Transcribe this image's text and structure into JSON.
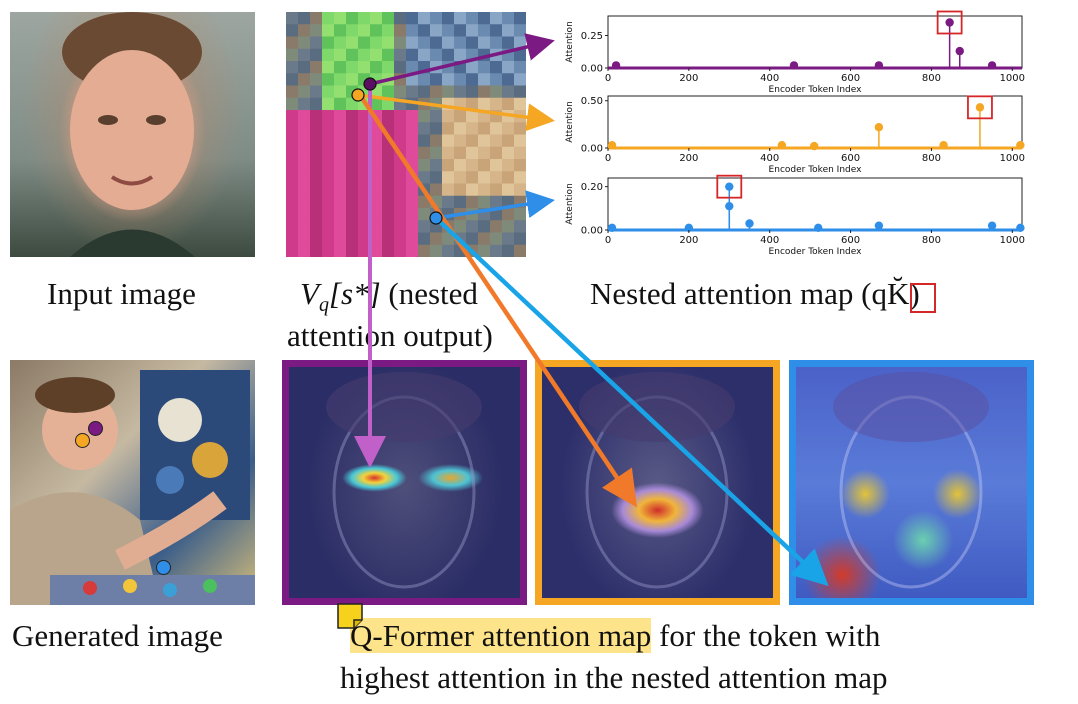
{
  "figure": {
    "captions": {
      "input": "Input image",
      "vq_math": "V",
      "vq_sub": "q",
      "vq_bracket": "[s*]",
      "vq_rest": " (nested",
      "vq_line2": "attention output)",
      "nested_map": "Nested attention map (qK̆)",
      "generated": "Generated image",
      "qformer_highlight": "Q-Former attention map",
      "qformer_rest": " for the token with",
      "qformer_line2": "highest attention in the nested attention map"
    },
    "colors": {
      "purple": "#7a1a82",
      "orange": "#f5a623",
      "blue": "#2f8ee8",
      "highlight": "#fde48a",
      "red_box": "#d62728"
    }
  },
  "chart_data": [
    {
      "type": "stem",
      "name": "purple",
      "color": "#7a1a82",
      "xlabel": "Encoder Token Index",
      "ylabel": "Attention",
      "xlim": [
        0,
        1024
      ],
      "ylim": [
        0,
        0.4
      ],
      "yticks": [
        "0.00",
        "0.25"
      ],
      "xticks": [
        "0",
        "200",
        "400",
        "600",
        "800",
        "1000"
      ],
      "points": [
        [
          20,
          0.02
        ],
        [
          460,
          0.02
        ],
        [
          670,
          0.02
        ],
        [
          845,
          0.35
        ],
        [
          870,
          0.13
        ],
        [
          950,
          0.02
        ]
      ],
      "highlight_index": 845
    },
    {
      "type": "stem",
      "name": "orange",
      "color": "#f5a623",
      "xlabel": "Encoder Token Index",
      "ylabel": "Attention",
      "xlim": [
        0,
        1024
      ],
      "ylim": [
        0,
        0.55
      ],
      "yticks": [
        "0.00",
        "0.50"
      ],
      "xticks": [
        "0",
        "200",
        "400",
        "600",
        "800",
        "1000"
      ],
      "points": [
        [
          10,
          0.03
        ],
        [
          430,
          0.03
        ],
        [
          510,
          0.02
        ],
        [
          670,
          0.22
        ],
        [
          830,
          0.03
        ],
        [
          920,
          0.43
        ],
        [
          1020,
          0.03
        ]
      ],
      "highlight_index": 920
    },
    {
      "type": "stem",
      "name": "blue",
      "color": "#2f8ee8",
      "xlabel": "Encoder Token Index",
      "ylabel": "Attention",
      "xlim": [
        0,
        1024
      ],
      "ylim": [
        0,
        0.24
      ],
      "yticks": [
        "0.00",
        "0.20"
      ],
      "xticks": [
        "0",
        "200",
        "400",
        "600",
        "800",
        "1000"
      ],
      "points": [
        [
          10,
          0.01
        ],
        [
          200,
          0.01
        ],
        [
          300,
          0.2
        ],
        [
          300,
          0.11
        ],
        [
          350,
          0.03
        ],
        [
          520,
          0.01
        ],
        [
          670,
          0.02
        ],
        [
          950,
          0.02
        ],
        [
          1020,
          0.01
        ]
      ],
      "highlight_index": 300
    }
  ]
}
